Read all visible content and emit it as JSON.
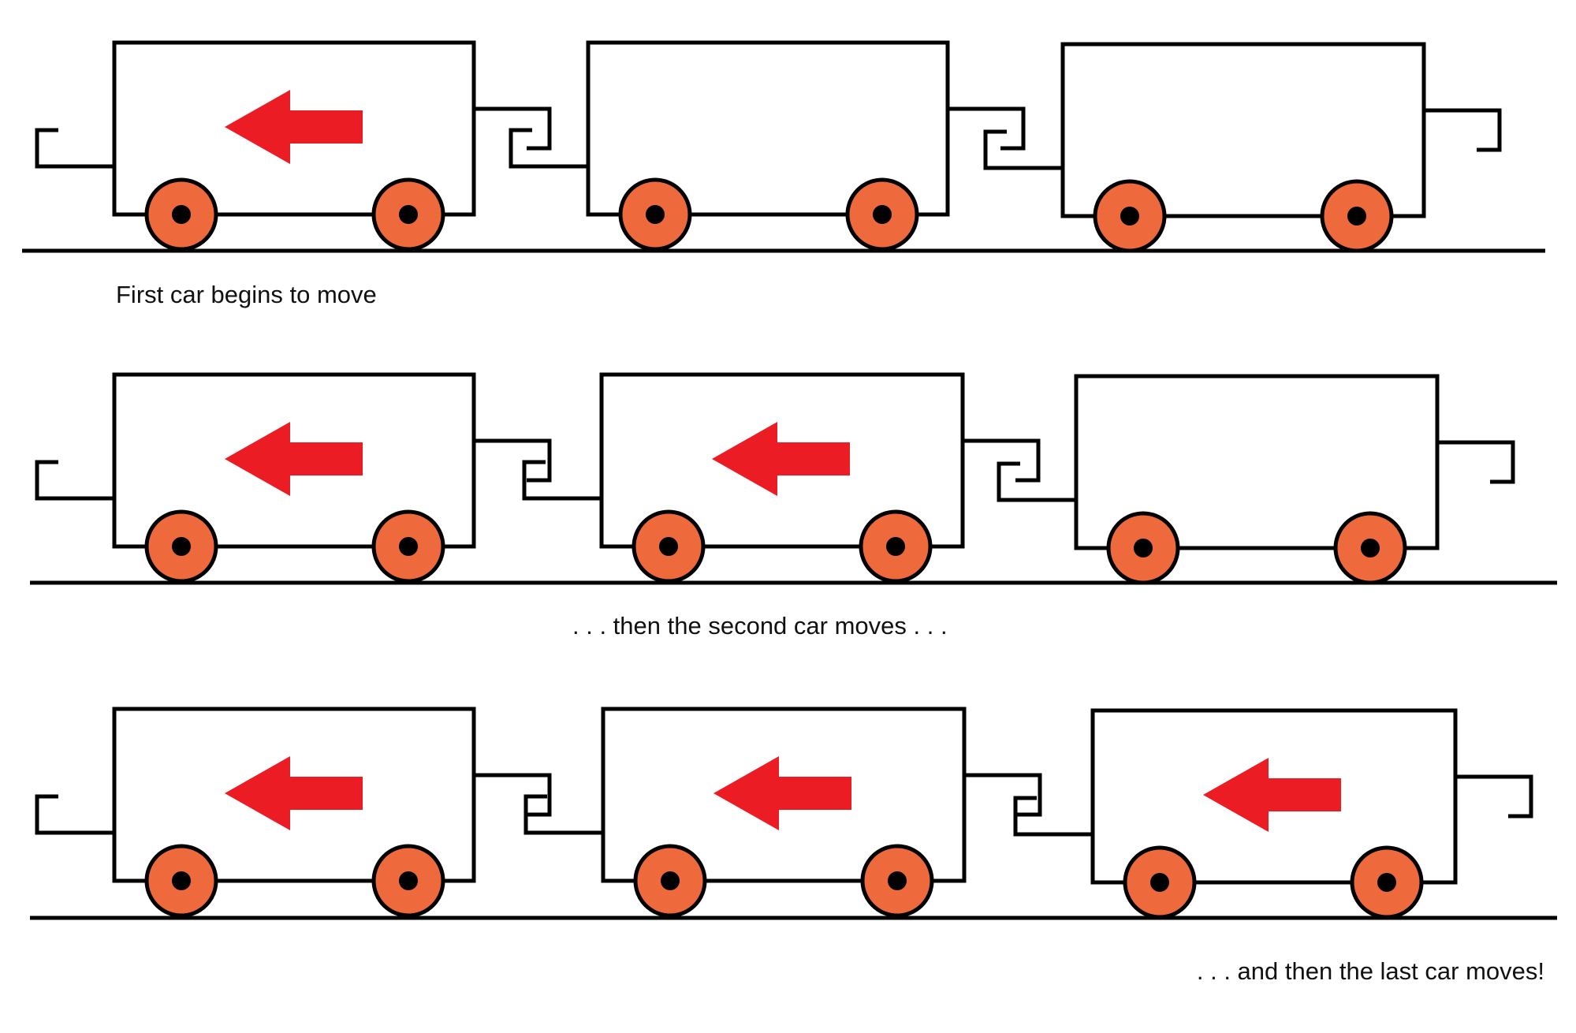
{
  "captions": [
    "First car begins to move",
    ". . . then the second car moves . . .",
    ". . . and then the last car moves!"
  ],
  "stages": [
    {
      "caption_index": 0,
      "cars_moving": [
        true,
        false,
        false
      ]
    },
    {
      "caption_index": 1,
      "cars_moving": [
        true,
        true,
        false
      ]
    },
    {
      "caption_index": 2,
      "cars_moving": [
        true,
        true,
        true
      ]
    }
  ],
  "colors": {
    "outline": "#000000",
    "wheel_fill": "#EE6A3C",
    "hub": "#000000",
    "arrow": "#EC1C24",
    "background": "#FFFFFF"
  },
  "icons": {
    "arrow": "left-arrow-icon",
    "wheel": "wheel-icon",
    "coupler": "coupler-hook-icon"
  }
}
